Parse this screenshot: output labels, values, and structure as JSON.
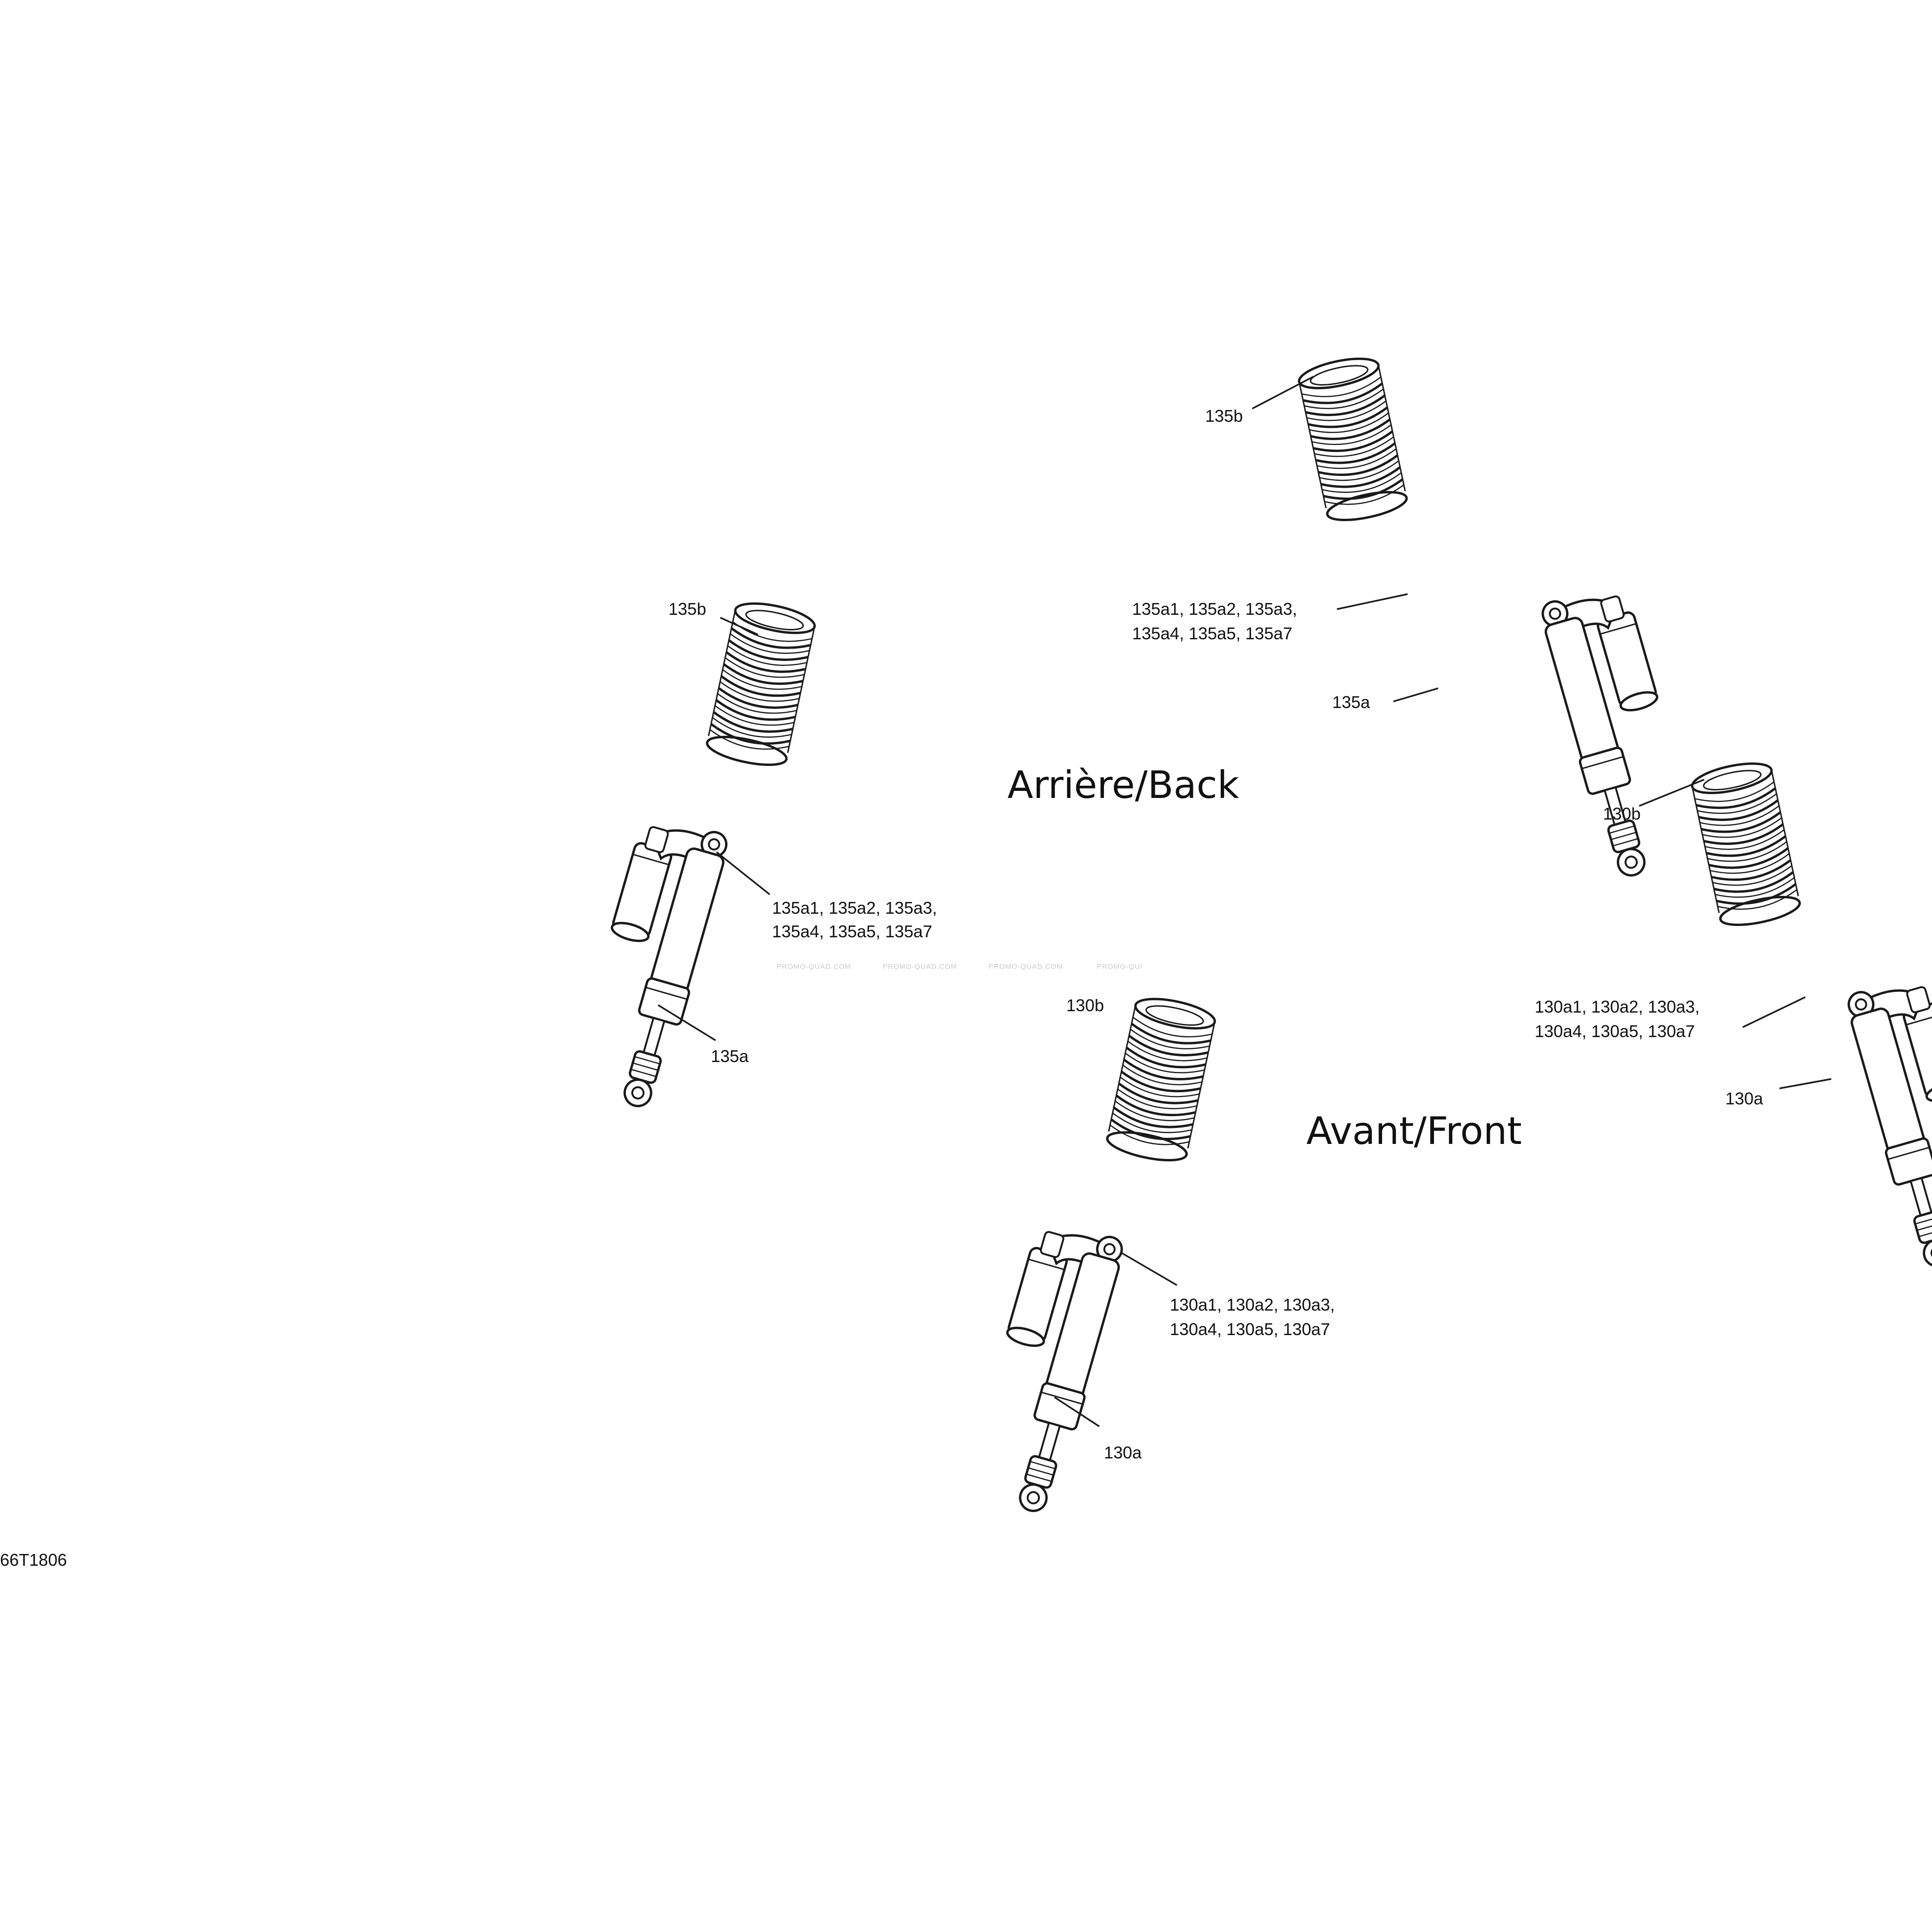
{
  "diagram": {
    "reference_code": "66T1806",
    "section_titles": {
      "rear": "Arrière/Back",
      "front": "Avant/Front"
    },
    "callouts": {
      "rear_left_spring": "135b",
      "rear_left_parts_line1": "135a1, 135a2, 135a3,",
      "rear_left_parts_line2": "135a4, 135a5, 135a7",
      "rear_left_shock": "135a",
      "rear_right_spring": "135b",
      "rear_right_parts_line1": "135a1, 135a2, 135a3,",
      "rear_right_parts_line2": "135a4, 135a5, 135a7",
      "rear_right_shock": "135a",
      "front_center_spring": "130b",
      "front_center_parts_line1": "130a1, 130a2, 130a3,",
      "front_center_parts_line2": "130a4, 130a5, 130a7",
      "front_center_shock": "130a",
      "front_right_spring": "130b",
      "front_right_parts_line1": "130a1, 130a2, 130a3,",
      "front_right_parts_line2": "130a4, 130a5, 130a7",
      "front_right_shock": "130a"
    },
    "watermark": [
      "PROMO-QUAD.COM",
      "PROMO-QUAD.COM",
      "PROMO-QUAD.COM",
      "PROMO-QU/"
    ],
    "line_color": "#1a1a1a"
  }
}
